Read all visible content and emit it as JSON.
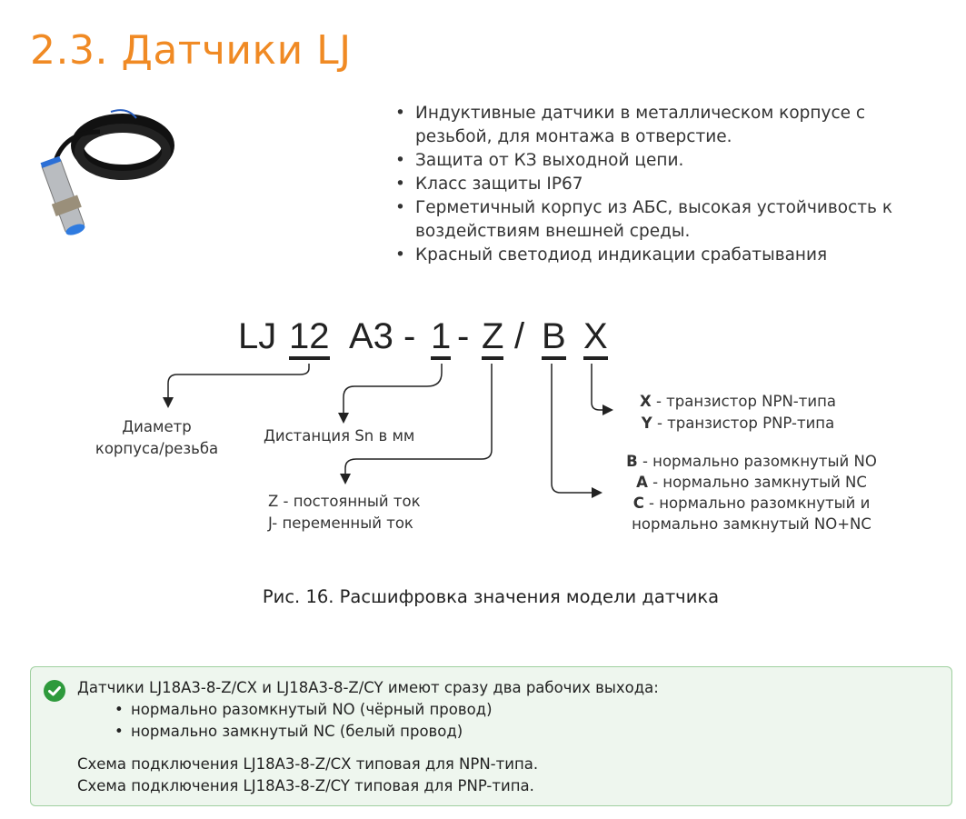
{
  "title": "2.3. Датчики LJ",
  "features": [
    "Индуктивные датчики в металлическом корпусе с",
    "резьбой, для монтажа в отверстие.",
    "Защита от КЗ выходной цепи.",
    "Класс защиты IP67",
    "Герметичный корпус из АБС, высокая устойчивость к",
    "воздействиям внешней среды.",
    "Красный светодиод индикации срабатывания"
  ],
  "bullet": "•",
  "code": {
    "p1": "LJ",
    "p2": "12",
    "p3": "A3",
    "d1": "-",
    "p4": "1",
    "d2": "-",
    "p5": "Z",
    "slash": "/",
    "p6": "B",
    "p7": "X"
  },
  "labels": {
    "diameter_1": "Диаметр",
    "diameter_2": "корпуса/резьба",
    "distance": "Дистанция Sn в мм",
    "z_1": "Z - постоянный ток",
    "z_2": "J- переменный ток",
    "x_key": "X",
    "x_text": " - транзистор NPN-типа",
    "y_key": "Y",
    "y_text": " - транзистор PNP-типа",
    "b_key": "B",
    "b_text": " - нормально разомкнутый NO",
    "a_key": "A",
    "a_text": " - нормально замкнутый NC",
    "c_key": "C",
    "c_text": " - нормально разомкнутый и",
    "c_text2": "нормально замкнутый NO+NC"
  },
  "caption": "Рис. 16.  Расшифровка значения модели датчика",
  "note": {
    "line1": "Датчики LJ18A3-8-Z/CX и  LJ18A3-8-Z/CY имеют сразу два рабочих выхода:",
    "items": [
      "нормально разомкнутый NO (чёрный провод)",
      "нормально замкнутый NC (белый провод)"
    ],
    "line2": "Схема подключения LJ18A3-8-Z/CX типовая для NPN-типа.",
    "line3": "Схема подключения LJ18A3-8-Z/CY типовая для PNP-типа.",
    "icon_color": "#2e9a3c"
  }
}
